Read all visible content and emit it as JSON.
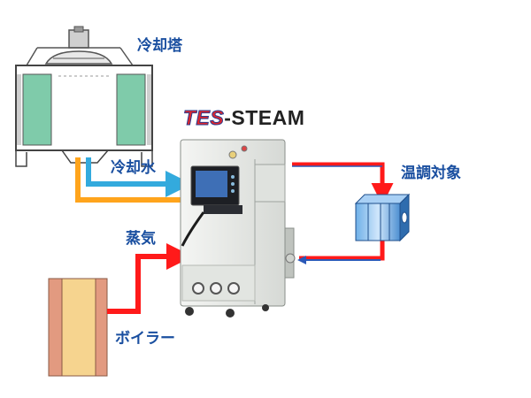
{
  "labels": {
    "cooling_tower": "冷却塔",
    "cooling_water": "冷却水",
    "steam": "蒸気",
    "boiler": "ボイラー",
    "target": "温調対象"
  },
  "brand": {
    "prefix": "TES",
    "suffix": "-STEAM"
  },
  "colors": {
    "label_text": "#1a4fa0",
    "pipe_red": "#ff1a1a",
    "pipe_blue": "#2b59b8",
    "pipe_cyan": "#33aadd",
    "pipe_orange": "#ffa41c",
    "tower_fill": "#7fcbaa",
    "boiler_outer": "#e29a80",
    "boiler_inner": "#f6d48f",
    "machine_body": "#e9ece9"
  }
}
